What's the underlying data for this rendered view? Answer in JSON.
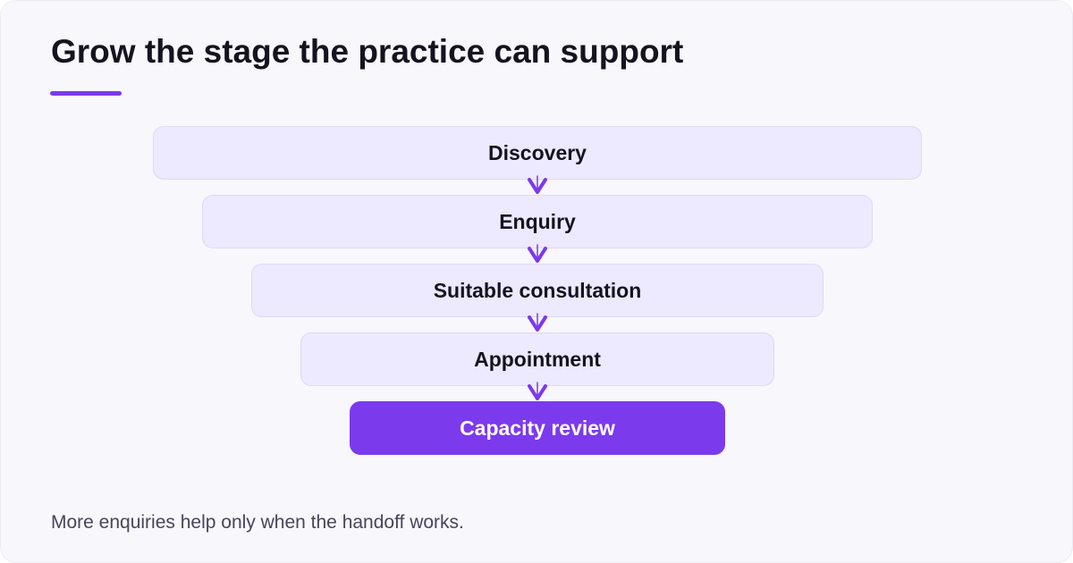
{
  "title": "Grow the stage the practice can support",
  "accent_color": "#7c3aed",
  "funnel": {
    "stages": [
      {
        "label": "Discovery",
        "highlighted": false
      },
      {
        "label": "Enquiry",
        "highlighted": false
      },
      {
        "label": "Suitable consultation",
        "highlighted": false
      },
      {
        "label": "Appointment",
        "highlighted": false
      },
      {
        "label": "Capacity review",
        "highlighted": true
      }
    ],
    "connector_icon": "chevron-down-icon"
  },
  "footnote": "More enquiries help only when the handoff works."
}
